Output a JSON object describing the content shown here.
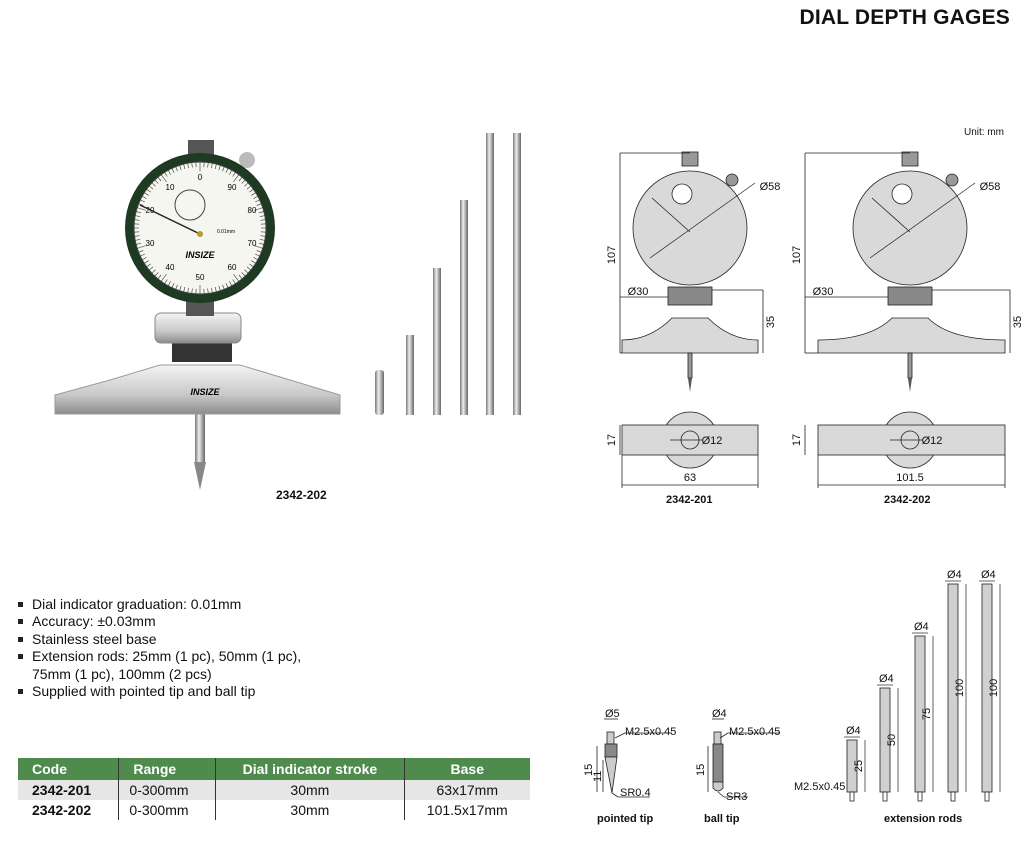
{
  "title": "DIAL DEPTH GAGES",
  "unit": "Unit: mm",
  "photo": {
    "model": "2342-202",
    "brand": "INSIZE",
    "dial_numbers": [
      "0",
      "10",
      "20",
      "30",
      "40",
      "50",
      "60",
      "70",
      "80",
      "90"
    ],
    "dial_small_text": "0.01mm"
  },
  "drawings": [
    {
      "model": "2342-201",
      "height": "107",
      "dial_dia": "Ø58",
      "stem_dia": "Ø30",
      "base_h": "35",
      "probe_dia": "Ø12",
      "thickness": "17",
      "base_len": "63"
    },
    {
      "model": "2342-202",
      "height": "107",
      "dial_dia": "Ø58",
      "stem_dia": "Ø30",
      "base_h": "35",
      "probe_dia": "Ø12",
      "thickness": "17",
      "base_len": "101.5"
    }
  ],
  "features": [
    "Dial indicator graduation: 0.01mm",
    "Accuracy: ±0.03mm",
    "Stainless steel base",
    "Extension rods: 25mm (1 pc), 50mm (1 pc),",
    "75mm (1 pc), 100mm (2 pcs)",
    "Supplied with pointed tip and ball tip"
  ],
  "table": {
    "headers": [
      "Code",
      "Range",
      "Dial indicator stroke",
      "Base"
    ],
    "rows": [
      [
        "2342-201",
        "0-300mm",
        "30mm",
        "63x17mm"
      ],
      [
        "2342-202",
        "0-300mm",
        "30mm",
        "101.5x17mm"
      ]
    ]
  },
  "accessories": {
    "pointed_tip": {
      "label": "pointed tip",
      "dia": "Ø5",
      "thread": "M2.5x0.45",
      "len": "15",
      "cone": "11",
      "radius": "SR0.4"
    },
    "ball_tip": {
      "label": "ball tip",
      "dia": "Ø4",
      "thread": "M2.5x0.45",
      "len": "15",
      "radius": "SR3"
    },
    "rods": {
      "label": "extension rods",
      "dia": "Ø4",
      "thread": "M2.5x0.45",
      "lengths": [
        "25",
        "50",
        "75",
        "100",
        "100"
      ]
    }
  },
  "colors": {
    "table_header": "#4f8b4d",
    "row_alt": "#e6e6e6",
    "dial_ring": "#1e3a22"
  }
}
